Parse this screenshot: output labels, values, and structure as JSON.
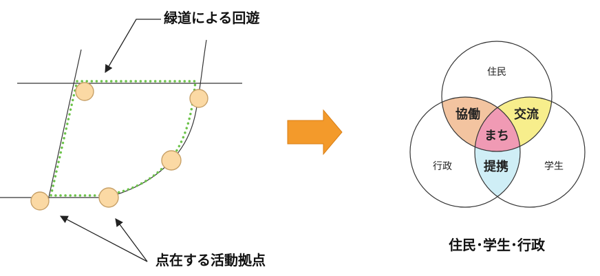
{
  "left_panel": {
    "greenway_label": "緑道による回遊",
    "activity_points_label": "点在する活動拠点"
  },
  "arrow": {
    "color": "#f39a2b"
  },
  "venn": {
    "circles": {
      "top": "住民",
      "left": "行政",
      "right": "学生"
    },
    "overlaps": {
      "top_left": "協働",
      "top_right": "交流",
      "bottom": "提携",
      "center": "まち"
    },
    "caption": "住民･学生･行政",
    "colors": {
      "top_left": "#f3c4a0",
      "top_right": "#f7ee8c",
      "bottom": "#cfeef6",
      "center": "#f09ab4"
    }
  },
  "colors": {
    "node_fill": "#fbd9a4",
    "node_stroke": "#c7a067",
    "dots": "#6cc24a",
    "line": "#333333"
  }
}
